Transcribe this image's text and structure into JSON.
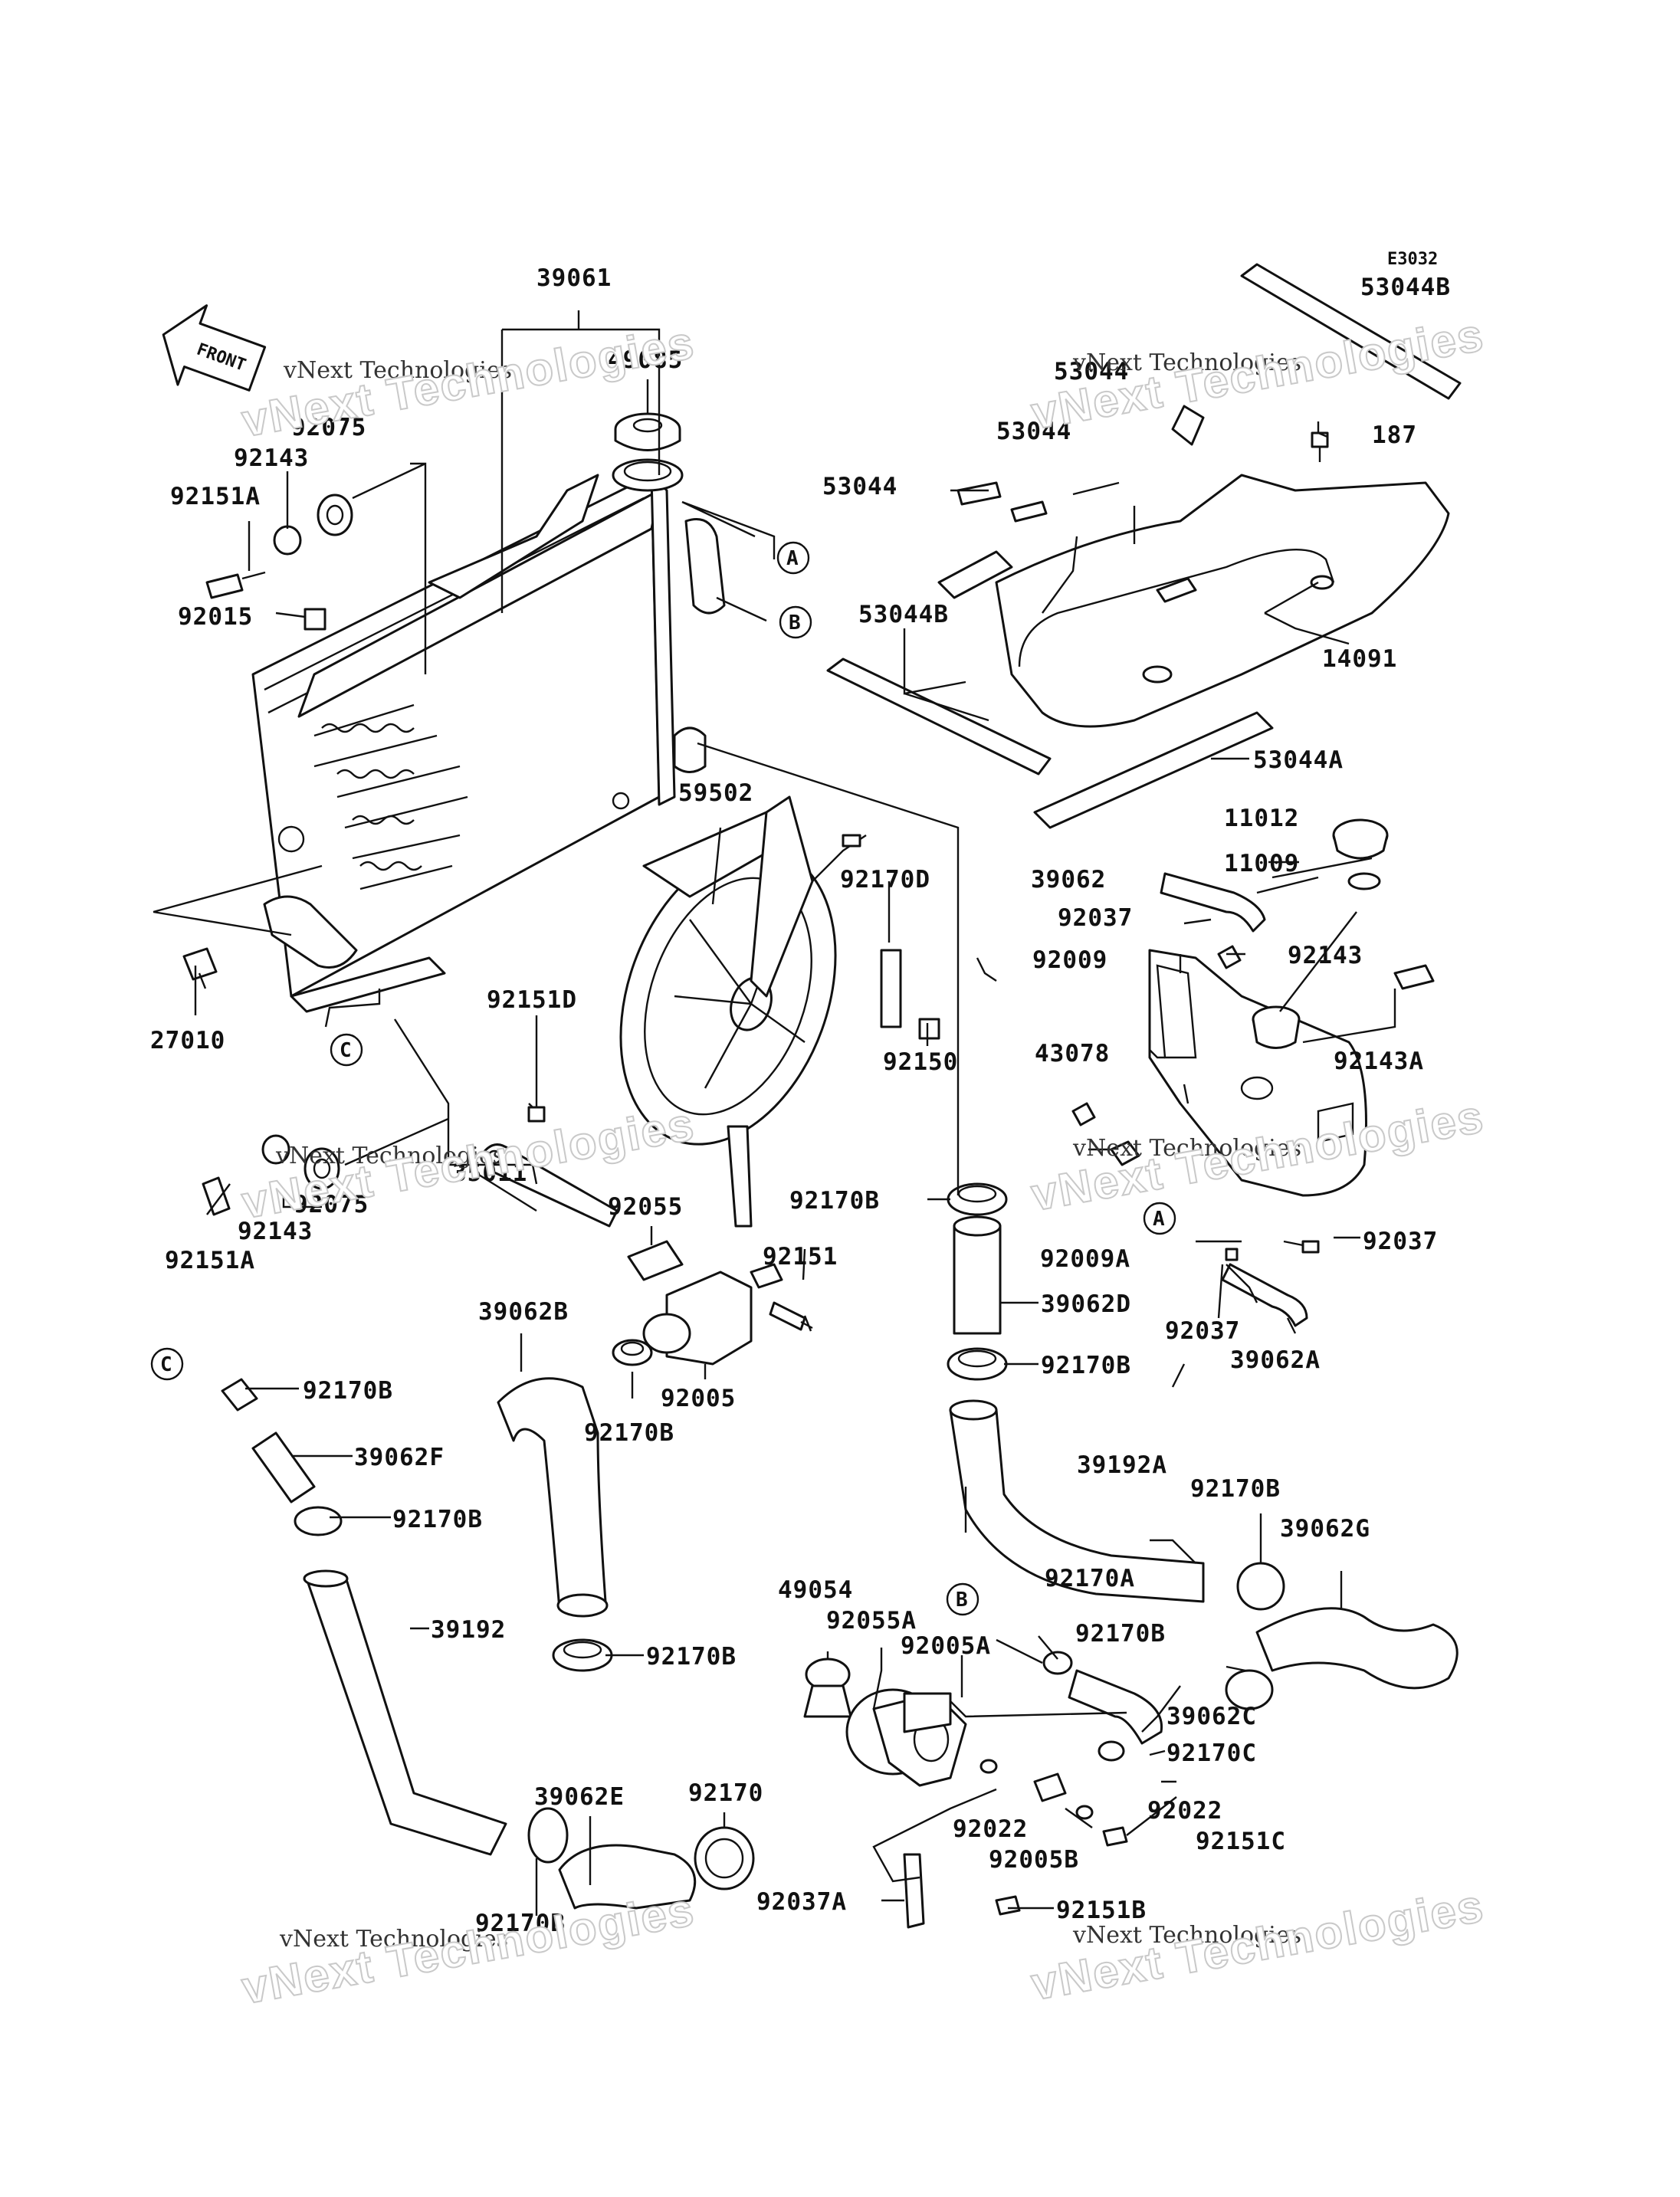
{
  "diagram_code": "E3032",
  "front_label": "FRONT",
  "watermark": {
    "line1": "vNext Technologies",
    "line2": "vNext Technologies"
  },
  "callouts": [
    "A",
    "B",
    "C"
  ],
  "parts": [
    "39061",
    "49085",
    "92075",
    "92143",
    "92151A",
    "92015",
    "27010",
    "59502",
    "92170D",
    "92151D",
    "35011",
    "92150",
    "92055",
    "92151",
    "92005",
    "39062B",
    "92170B",
    "39062F",
    "39192",
    "39062E",
    "92170",
    "92151A",
    "53044B",
    "53044",
    "187",
    "14091",
    "53044A",
    "11012",
    "11009",
    "39062",
    "92037",
    "92009",
    "43078",
    "92143A",
    "92009A",
    "39062A",
    "39062D",
    "39192A",
    "39062G",
    "92170A",
    "92170C",
    "39062C",
    "49054",
    "92055A",
    "92005A",
    "92022",
    "92005B",
    "92151C",
    "92037A",
    "92151B"
  ],
  "labels": {
    "l39061": "39061",
    "l49085": "49085",
    "l92075a": "92075",
    "l92143a": "92143",
    "l92151Aa": "92151A",
    "l92015": "92015",
    "l27010": "27010",
    "l59502": "59502",
    "l92170D": "92170D",
    "l92151D": "92151D",
    "l35011": "35011",
    "l92150": "92150",
    "l92075b": "92075",
    "l92143b": "92143",
    "l92151Ab": "92151A",
    "l92055": "92055",
    "l92151": "92151",
    "l92005": "92005",
    "l39062B": "39062B",
    "l92170Ba": "92170B",
    "l92170Bb": "92170B",
    "l39062F": "39062F",
    "l92170Bc": "92170B",
    "l39192": "39192",
    "l92170Bd": "92170B",
    "l39062E": "39062E",
    "l92170": "92170",
    "l92170Be": "92170B",
    "l53044B_top": "53044B",
    "l53044_a": "53044",
    "l53044_b": "53044",
    "l53044_c": "53044",
    "l187": "187",
    "l53044B_mid": "53044B",
    "l14091": "14091",
    "l53044A": "53044A",
    "l11012": "11012",
    "l11009": "11009",
    "l39062": "39062",
    "l92037a": "92037",
    "l92009": "92009",
    "l92143c": "92143",
    "l92143A": "92143A",
    "l43078": "43078",
    "l92170Bf": "92170B",
    "l92009A": "92009A",
    "l92037b": "92037",
    "l92037c": "92037",
    "l39062A": "39062A",
    "l39062D": "39062D",
    "l92170Bg": "92170B",
    "l39192A": "39192A",
    "l92170Bh": "92170B",
    "l39062G": "39062G",
    "l49054": "49054",
    "l92055A": "92055A",
    "l92005A": "92005A",
    "l92170A": "92170A",
    "l92170Bi": "92170B",
    "l39062C": "39062C",
    "l92170C": "92170C",
    "l92022a": "92022",
    "l92022b": "92022",
    "l92005B": "92005B",
    "l92151C": "92151C",
    "l92037A": "92037A",
    "l92151B": "92151B"
  }
}
